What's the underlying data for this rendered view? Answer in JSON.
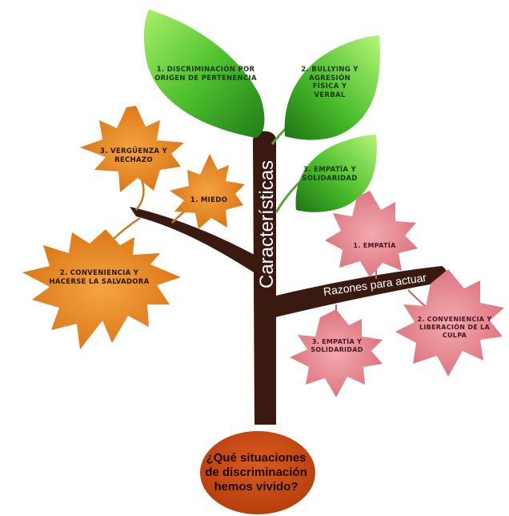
{
  "trunk": {
    "label": "Características"
  },
  "root": {
    "lines": [
      "¿Qué situaciones",
      "de discriminación",
      "hemos vivido?"
    ]
  },
  "branches": {
    "left_label": "Razones para actuar",
    "right_label": "Razones para actuar"
  },
  "green_leaves": [
    {
      "lines": [
        "1. DISCRIMINACIÓN POR",
        "ORIGEN DE PERTENENCIA"
      ]
    },
    {
      "lines": [
        "2. BULLYING Y",
        "AGRESIÓN",
        "FÍSICA Y",
        "VERBAL"
      ]
    },
    {
      "lines": [
        "3. EMPATÍA Y",
        "SOLIDARIDAD"
      ]
    }
  ],
  "orange_leaves": [
    {
      "lines": [
        "3. VERGÜENZA Y",
        "RECHAZO"
      ]
    },
    {
      "lines": [
        "1. MIEDO"
      ]
    },
    {
      "lines": [
        "2. CONVENIENCIA Y",
        "HACERSE LA SALVADORA"
      ]
    }
  ],
  "red_leaves": [
    {
      "lines": [
        "1. EMPATÍA"
      ]
    },
    {
      "lines": [
        "2. CONVENIENCIA Y",
        "LIBERACIÓN DE LA",
        "CULPA"
      ]
    },
    {
      "lines": [
        "3. EMPATÍA Y",
        "SOLIDARIDAD"
      ]
    }
  ],
  "colors": {
    "trunk": "#3a1a10",
    "root": "#c1440e",
    "green_leaf": "#4cbf2a",
    "orange_leaf": "#e07f1c",
    "red_leaf": "#e07f86"
  }
}
